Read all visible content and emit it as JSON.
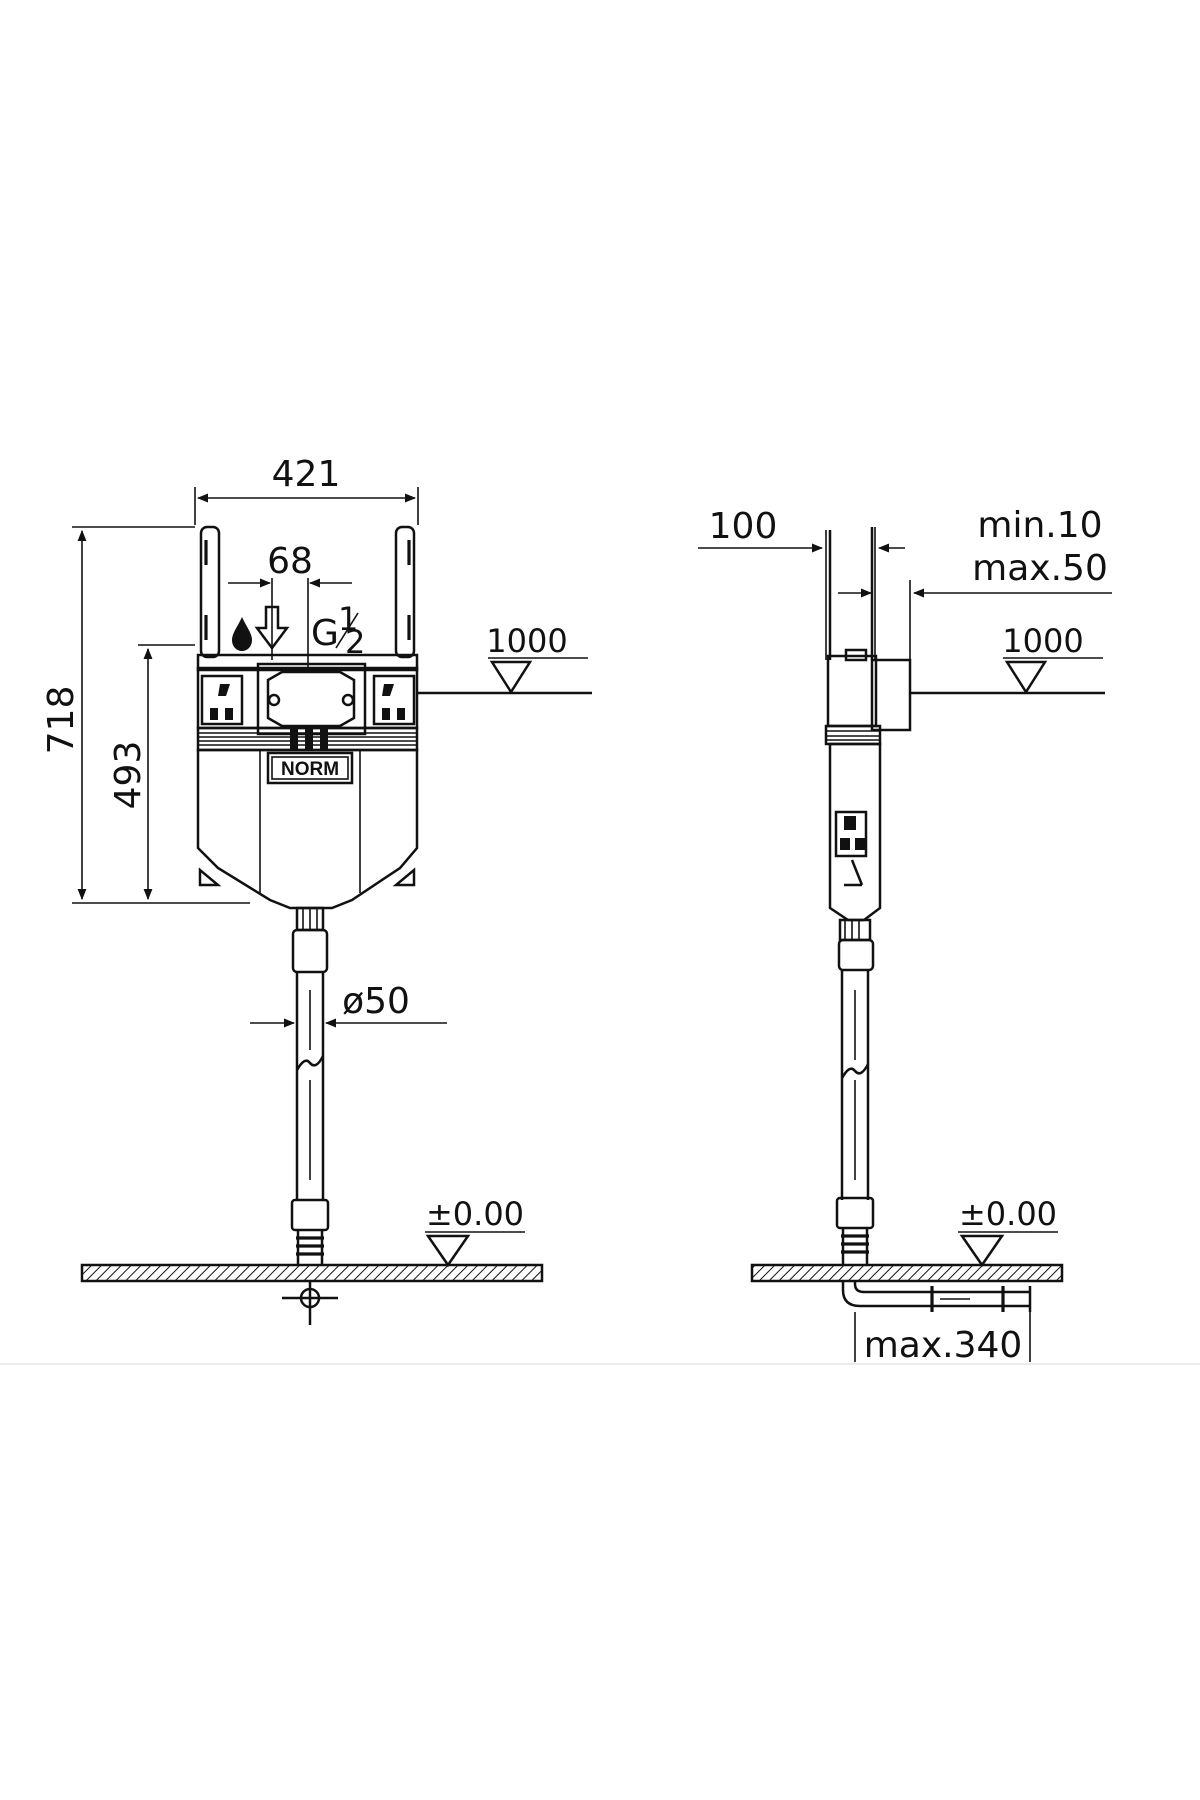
{
  "front_view": {
    "width": "421",
    "height": "718",
    "inlet_height": "493",
    "inlet_offset": "68",
    "thread": "G",
    "thread_fraction": "1/2",
    "install_height": "1000",
    "logo": "NORM",
    "pipe_diameter": "ø50",
    "floor_level": "±0.00"
  },
  "side_view": {
    "depth": "100",
    "wall_min": "min.10",
    "wall_max": "max.50",
    "install_height": "1000",
    "floor_level": "±0.00",
    "outlet_max": "max.340"
  }
}
